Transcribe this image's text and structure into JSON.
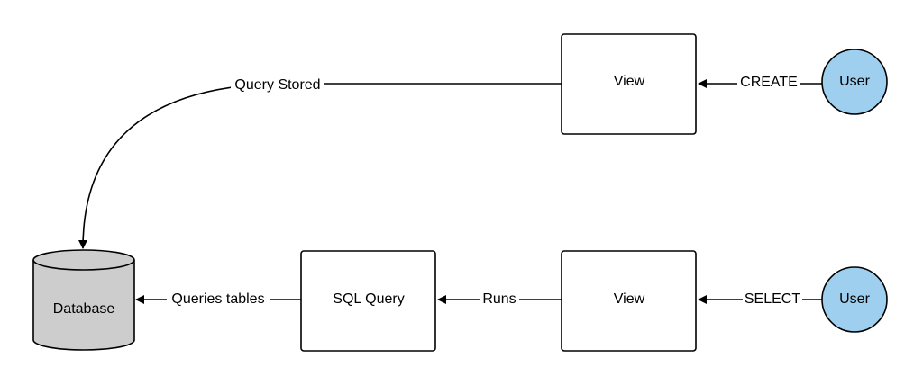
{
  "colors": {
    "user_fill": "#9fcfee",
    "database_fill": "#cdcdcd",
    "box_fill": "#ffffff",
    "stroke": "#000000"
  },
  "nodes": {
    "view_top": "View",
    "user_top": "User",
    "view_bottom": "View",
    "user_bottom": "User",
    "sql_query": "SQL Query",
    "database": "Database"
  },
  "edges": {
    "create": "CREATE",
    "query_stored": "Query Stored",
    "select": "SELECT",
    "runs": "Runs",
    "queries_tables": "Queries tables"
  }
}
